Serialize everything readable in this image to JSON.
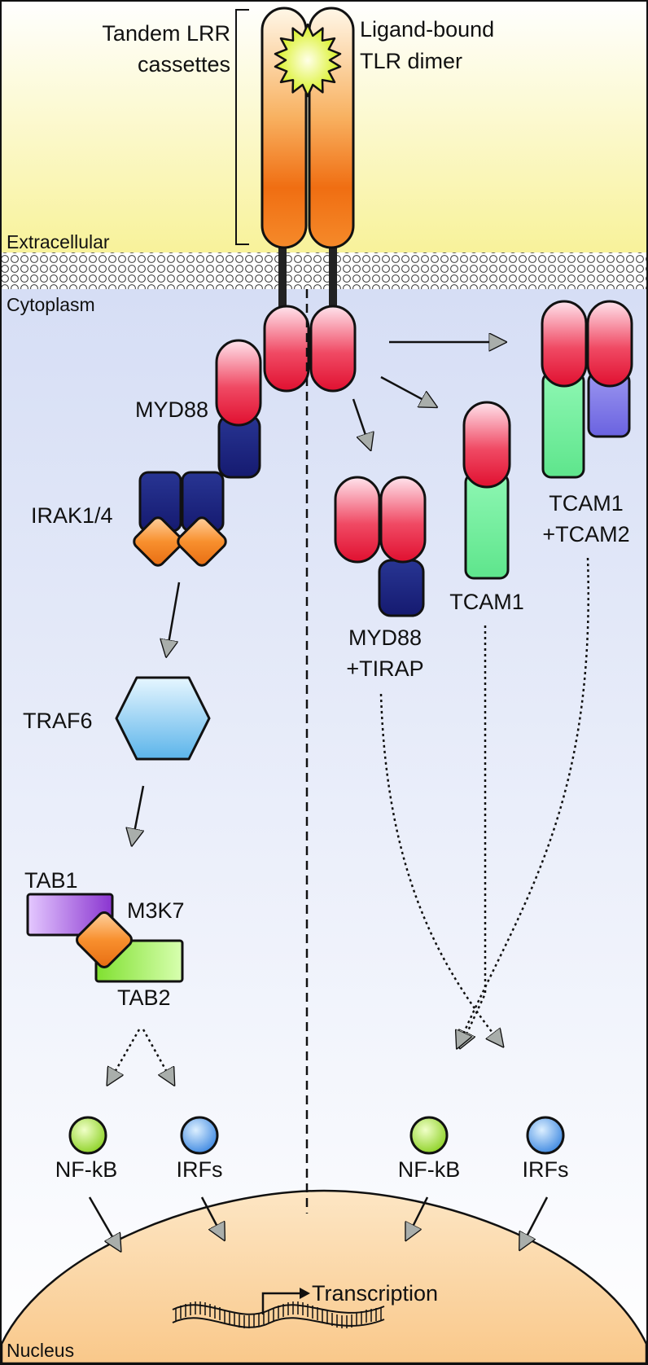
{
  "regions": {
    "extracellular": "Extracellular",
    "cytoplasm": "Cytoplasm",
    "nucleus": "Nucleus"
  },
  "receptor": {
    "lrr_label": [
      "Tandem LRR",
      "cassettes"
    ],
    "dimer_label": [
      "Ligand-bound",
      "TLR dimer"
    ]
  },
  "left_pathway": {
    "myd88": "MYD88",
    "irak": "IRAK1/4",
    "traf6": "TRAF6",
    "tab1": "TAB1",
    "m3k7": "M3K7",
    "tab2": "TAB2"
  },
  "adaptors": {
    "myd88_tirap": [
      "MYD88",
      "+TIRAP"
    ],
    "tcam1": "TCAM1",
    "tcam1_tcam2": [
      "TCAM1",
      "+TCAM2"
    ]
  },
  "outputs": {
    "left_nfkb": "NF-kB",
    "left_irfs": "IRFs",
    "right_nfkb": "NF-kB",
    "right_irfs": "IRFs"
  },
  "transcription": "Transcription",
  "colors": {
    "extracellular_bg": "#f8f29a",
    "cytoplasm_bg": "#dfe5f7",
    "nucleus_fill": "#fbd09a",
    "tir_red": "#e8233d",
    "myd88_navy": "#1a237e",
    "tcam1_green": "#6ef09a",
    "tcam2_purple": "#7c74e8",
    "kinase_orange": "#f58220",
    "traf6_blue": "#6cc0ee",
    "tab1_violet": "#9b45d8",
    "tab2_green": "#9ae848",
    "nfkb_green": "#92d82a",
    "irfs_blue": "#4896e6",
    "arrow_gray": "#a9aeab"
  }
}
